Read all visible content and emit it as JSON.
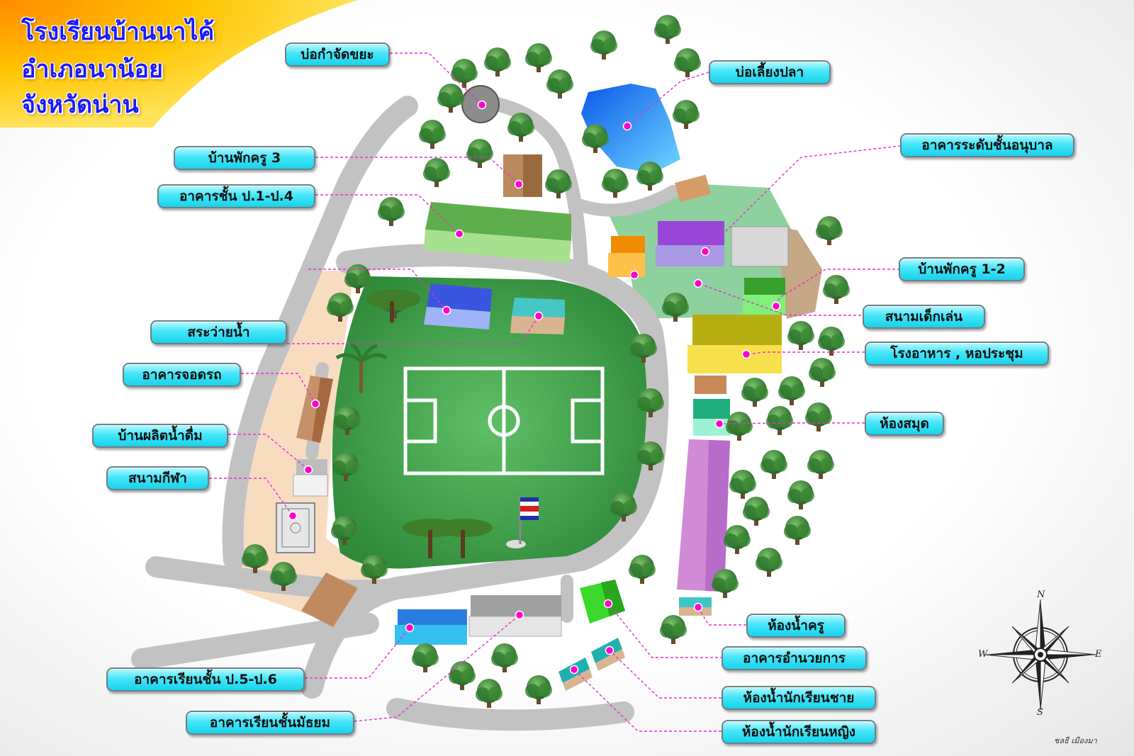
{
  "title": {
    "line1": "โรงเรียนบ้านนาไค้",
    "line2": "อำเภอนาน้อย",
    "line3": "จังหวัดน่าน"
  },
  "labels": {
    "waste_pit": "บ่อกำจัดขยะ",
    "fish_pond": "บ่อเลี้ยงปลา",
    "teacher_house_3": "บ้านพักครู 3",
    "building_p1_p4": "อาคารชั้น ป.1-ป.4",
    "kindergarten": "อาคารระดับชั้นอนุบาล",
    "teacher_house_1_2": "บ้านพักครู 1-2",
    "playground": "สนามเด็กเล่น",
    "swimming_pool": "สระว่ายน้ำ",
    "canteen_hall": "โรงอาหาร , หอประชุม",
    "parking": "อาคารจอดรถ",
    "library": "ห้องสมุด",
    "water_plant": "บ้านผลิตน้ำดื่ม",
    "sports_court": "สนามกีฬา",
    "teacher_toilet": "ห้องน้ำครู",
    "admin_building": "อาคารอำนวยการ",
    "building_p5_p6": "อาคารเรียนชั้น ป.5-ป.6",
    "boys_toilet": "ห้องน้ำนักเรียนชาย",
    "secondary_building": "อาคารเรียนชั้นมัธยม",
    "girls_toilet": "ห้องน้ำนักเรียนหญิง"
  },
  "compass": {
    "n": "N",
    "s": "S",
    "e": "E",
    "w": "W"
  },
  "credit": "ชลธี เมืองมา",
  "colors": {
    "label_fill": "#2ad6ee",
    "marker": "#ff00cc",
    "road": "#bdbdbd",
    "field": "#4aa050",
    "title_text": "#1a1aff",
    "title_bg": "#ffb400"
  },
  "icons": {
    "marker": "magenta-dot-icon",
    "compass": "compass-rose-icon",
    "flag": "flag-icon",
    "tree": "tree-icon"
  }
}
